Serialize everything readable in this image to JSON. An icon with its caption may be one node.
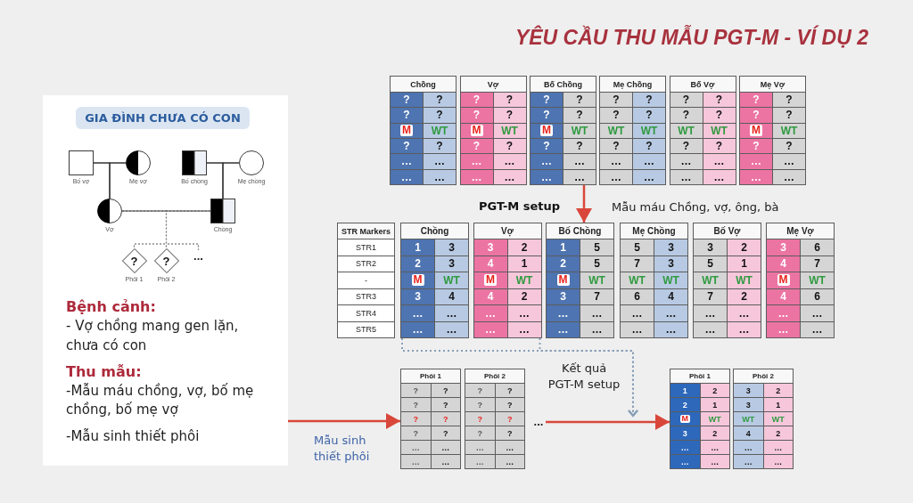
{
  "diagram": {
    "title": "YÊU CẦU THU MẪU PGT-M - VÍ DỤ 2",
    "nodes": [
      {
        "text": [
          "Bệnh cảnh:",
          "- Vợ chồng mang gen lặn, chưa có con",
          "Thu mẫu:",
          "-Mẫu máu chồng, vợ, bố mẹ chồng, bố mẹ vợ",
          "-Mẫu sinh thiết phôi"
        ]
      },
      {
        "text": [
          "GIA ĐÌNH CHƯA CÓ CON"
        ],
        "in": 0
      },
      {
        "text": [],
        "shape": "box",
        "beside": [
          "Bố vợ"
        ],
        "in": 0
      },
      {
        "text": [],
        "shape": "circle",
        "beside": [
          "Mẹ vợ"
        ],
        "in": 0
      },
      {
        "text": [],
        "shape": "box",
        "beside": [
          "Bố chồng"
        ],
        "in": 0
      },
      {
        "text": [],
        "shape": "circle",
        "beside": [
          "Mẹ chồng"
        ],
        "in": 0
      },
      {
        "text": [],
        "shape": "circle",
        "beside": [
          "Vợ"
        ],
        "in": 0
      },
      {
        "text": [],
        "shape": "box",
        "beside": [
          "Chồng"
        ],
        "in": 0
      },
      {
        "text": [
          "?"
        ],
        "beside": [
          "Phôi 1"
        ],
        "in": 0
      },
      {
        "text": [
          "?"
        ],
        "beside": [
          "Phôi 2"
        ],
        "in": 0
      },
      {
        "text": [
          "..."
        ],
        "in": 0
      },
      {
        "text": [
          "Chồng",
          "?",
          "?",
          "?",
          "?",
          "M",
          "WT",
          "?",
          "?",
          "…",
          "…",
          "…",
          "…"
        ]
      },
      {
        "text": [
          "Vợ",
          "?",
          "?",
          "?",
          "?",
          "M",
          "WT",
          "?",
          "?",
          "…",
          "…",
          "…",
          "…"
        ]
      },
      {
        "text": [
          "Bố Chồng",
          "?",
          "?",
          "?",
          "?",
          "M",
          "WT",
          "?",
          "?",
          "…",
          "…",
          "…",
          "…"
        ]
      },
      {
        "text": [
          "Mẹ Chồng",
          "?",
          "?",
          "?",
          "?",
          "WT",
          "WT",
          "?",
          "?",
          "…",
          "…",
          "…",
          "…"
        ]
      },
      {
        "text": [
          "Bố Vợ",
          "?",
          "?",
          "?",
          "?",
          "WT",
          "WT",
          "?",
          "?",
          "…",
          "…",
          "…",
          "…"
        ]
      },
      {
        "text": [
          "Mẹ Vợ",
          "?",
          "?",
          "?",
          "?",
          "M",
          "WT",
          "?",
          "?",
          "…",
          "…",
          "…",
          "…"
        ]
      },
      {
        "text": [
          "STR Markers",
          "STR1",
          "STR2",
          "-",
          "STR3",
          "STR4",
          "STR5"
        ]
      },
      {
        "text": [
          "Chồng",
          "1",
          "3",
          "2",
          "3",
          "M",
          "WT",
          "3",
          "4",
          "…",
          "…",
          "…",
          "…"
        ]
      },
      {
        "text": [
          "Vợ",
          "3",
          "2",
          "4",
          "1",
          "M",
          "WT",
          "4",
          "2",
          "…",
          "…",
          "…",
          "…"
        ]
      },
      {
        "text": [
          "Bố Chồng",
          "1",
          "5",
          "2",
          "5",
          "M",
          "WT",
          "3",
          "7",
          "…",
          "…",
          "…",
          "…"
        ]
      },
      {
        "text": [
          "Mẹ Chồng",
          "5",
          "3",
          "7",
          "3",
          "WT",
          "WT",
          "6",
          "4",
          "…",
          "…",
          "…",
          "…"
        ]
      },
      {
        "text": [
          "Bố Vợ",
          "3",
          "2",
          "5",
          "1",
          "WT",
          "WT",
          "7",
          "2",
          "…",
          "…",
          "…",
          "…"
        ]
      },
      {
        "text": [
          "Mẹ Vợ",
          "3",
          "6",
          "4",
          "7",
          "M",
          "WT",
          "4",
          "6",
          "…",
          "…",
          "…",
          "…"
        ]
      },
      {
        "text": [
          "Phôi 1",
          "?",
          "?",
          "?",
          "?",
          "?",
          "?",
          "?",
          "?",
          "…",
          "…",
          "…",
          "…"
        ]
      },
      {
        "text": [
          "Phôi 2",
          "?",
          "?",
          "?",
          "?",
          "?",
          "?",
          "?",
          "?",
          "…",
          "…",
          "…",
          "…"
        ]
      },
      {
        "text": [
          "..."
        ]
      },
      {
        "text": [
          "Phôi 1",
          "1",
          "2",
          "2",
          "1",
          "M",
          "WT",
          "3",
          "2",
          "…",
          "…",
          "…",
          "…"
        ]
      },
      {
        "text": [
          "Phôi 2",
          "3",
          "2",
          "3",
          "1",
          "WT",
          "WT",
          "4",
          "2",
          "…",
          "…",
          "…",
          "…"
        ]
      }
    ],
    "edges": [
      {
        "from": 2,
        "to": 3,
        "arrow": "none"
      },
      {
        "from": 2,
        "to": 6,
        "arrow": "none"
      },
      {
        "from": 3,
        "to": 6,
        "arrow": "none"
      },
      {
        "from": 4,
        "to": 5,
        "arrow": "none"
      },
      {
        "from": 4,
        "to": 7,
        "arrow": "none"
      },
      {
        "from": 5,
        "to": 7,
        "arrow": "none"
      },
      {
        "from": 6,
        "to": 7,
        "arrow": "none"
      },
      {
        "from": 6,
        "to": 8,
        "arrow": "none",
        "style": "dashed",
        "color": "#8c8c8c"
      },
      {
        "from": 7,
        "to": 8,
        "arrow": "none",
        "style": "dashed",
        "color": "#8c8c8c"
      },
      {
        "from": 6,
        "to": 9,
        "arrow": "none",
        "style": "dashed",
        "color": "#8c8c8c"
      },
      {
        "from": 7,
        "to": 9,
        "arrow": "none",
        "style": "dashed",
        "color": "#8c8c8c"
      },
      {
        "from": 6,
        "to": 10,
        "arrow": "none",
        "style": "dashed",
        "color": "#8c8c8c"
      },
      {
        "from": 7,
        "to": 10,
        "arrow": "none",
        "style": "dashed",
        "color": "#8c8c8c"
      },
      {
        "from": 13,
        "to": 20,
        "arrow": "to",
        "label": "Mẫu máu Chồng, vợ, ông, bà",
        "color": "#d9473b"
      },
      {
        "from": 0,
        "to": 24,
        "arrow": "to",
        "label": "Mẫu sinh thiết phôi",
        "color": "#d9473b"
      },
      {
        "from": 26,
        "to": 27,
        "arrow": "to",
        "color": "#d9473b"
      },
      {
        "from": 18,
        "to": null,
        "arrow": "to",
        "label": "Kết quả PGT-M setup",
        "style": "dashed",
        "color": "#8a9fb8"
      },
      {
        "from": 19,
        "to": null,
        "arrow": "to",
        "style": "dashed",
        "color": "#8a9fb8"
      }
    ],
    "labels": [
      "PGT-M setup"
    ]
  }
}
